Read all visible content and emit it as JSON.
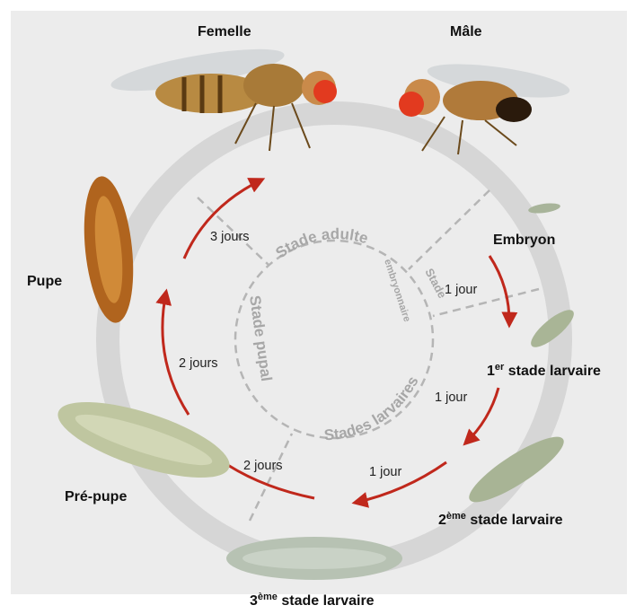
{
  "labels": {
    "femelle": "Femelle",
    "male": "Mâle",
    "embryon": "Embryon",
    "l1_num": "1",
    "l1_sup": "er",
    "l1_text": " stade larvaire",
    "l2_num": "2",
    "l2_sup": "ème",
    "l2_text": " stade larvaire",
    "l3_num": "3",
    "l3_sup": "ème",
    "l3_text": " stade larvaire",
    "prepupe": "Pré-pupe",
    "pupe": "Pupe"
  },
  "durations": {
    "embryon_to_l1": "1 jour",
    "l1_to_l2": "1 jour",
    "l2_to_l3": "1 jour",
    "l3_to_prepupe": "2 jours",
    "prepupe_to_pupe": "2 jours",
    "pupe_to_adulte": "3 jours"
  },
  "phases": {
    "adulte": "Stade adulte",
    "embryonnaire_1": "Stade",
    "embryonnaire_2": "embryonnaire",
    "larvaires": "Stades larvaires",
    "pupal": "Stade pupal"
  },
  "colors": {
    "arrow": "#c0281c",
    "ring": "#d9d9d9",
    "dashed": "#b0b0b0",
    "phase_text": "#a7a7a7"
  }
}
